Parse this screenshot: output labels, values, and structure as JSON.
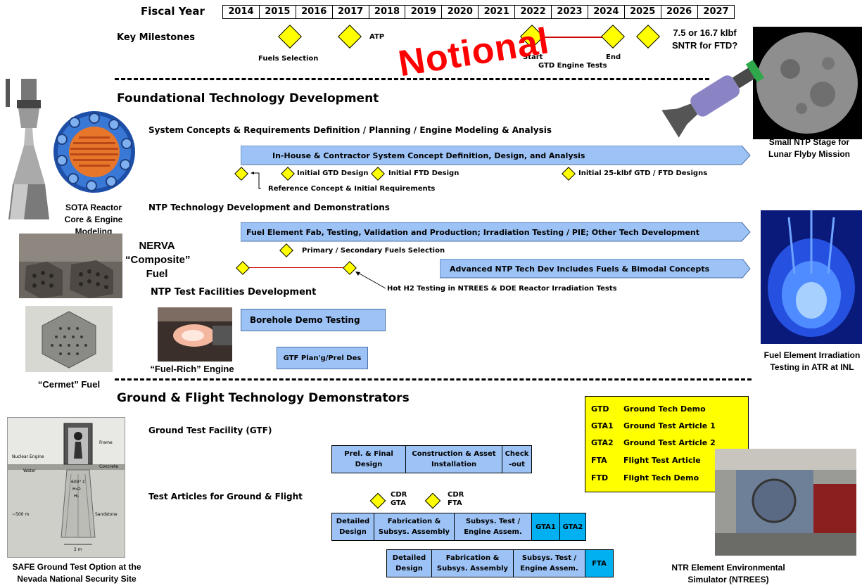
{
  "header": {
    "fiscal_year_label": "Fiscal Year",
    "years": [
      "2014",
      "2015",
      "2016",
      "2017",
      "2018",
      "2019",
      "2020",
      "2021",
      "2022",
      "2023",
      "2024",
      "2025",
      "2026",
      "2027"
    ],
    "milestones_label": "Key Milestones",
    "fuels_selection": "Fuels Selection",
    "atp": "ATP",
    "start": "Start",
    "end": "End",
    "gtd_engine_tests": "GTD Engine Tests",
    "sntr_line1": "7.5 or 16.7 klbf",
    "sntr_line2": "SNTR for FTD?",
    "notional": "Notional"
  },
  "foundational": {
    "title": "Foundational Technology Development",
    "system_concepts": "System Concepts & Requirements Definition / Planning / Engine Modeling & Analysis",
    "inhouse_bar": "In-House & Contractor System Concept Definition, Design, and Analysis",
    "initial_gtd": "Initial GTD Design",
    "initial_ftd": "Initial FTD Design",
    "initial_25k": "Initial 25-klbf GTD / FTD Designs",
    "reference_concept": "Reference Concept & Initial Requirements",
    "ntp_tech": "NTP Technology Development and Demonstrations",
    "fuel_element_bar": "Fuel Element Fab, Testing, Validation and Production;  Irradiation Testing / PIE;  Other Tech Development",
    "primary_secondary": "Primary / Secondary Fuels Selection",
    "advanced_bar": "Advanced NTP Tech Dev Includes Fuels & Bimodal Concepts",
    "hot_h2": "Hot H2 Testing in NTREES & DOE Reactor Irradiation Tests",
    "test_facilities": "NTP Test Facilities Development",
    "borehole": "Borehole Demo Testing",
    "gtf_plan": "GTF Plan'g/Prel Des"
  },
  "ground_flight": {
    "title": "Ground & Flight Technology Demonstrators",
    "gtf_label": "Ground Test Facility (GTF)",
    "gtf_cells": [
      "Prel. & Final Design",
      "Construction & Asset Installation",
      "Check -out"
    ],
    "test_articles_label": "Test Articles for Ground & Flight",
    "cdr_gta": "CDR GTA",
    "cdr_fta": "CDR FTA",
    "ground_cells": [
      "Detailed Design",
      "Fabrication & Subsys. Assembly",
      "Subsys. Test / Engine Assem.",
      "GTA1",
      "GTA2"
    ],
    "flight_cells": [
      "Detailed Design",
      "Fabrication & Subsys. Assembly",
      "Subsys. Test / Engine Assem.",
      "FTA"
    ]
  },
  "legend": [
    {
      "key": "GTD",
      "value": "Ground Tech Demo"
    },
    {
      "key": "GTA1",
      "value": "Ground Test Article 1"
    },
    {
      "key": "GTA2",
      "value": "Ground Test Article 2"
    },
    {
      "key": "FTA",
      "value": "Flight Test Article"
    },
    {
      "key": "FTD",
      "value": "Flight Tech Demo"
    }
  ],
  "captions": {
    "sota": "SOTA Reactor Core & Engine Modeling",
    "nerva": "NERVA “Composite” Fuel",
    "fuel_rich": "“Fuel-Rich” Engine",
    "cermet": "“Cermet” Fuel",
    "small_ntp": "Small NTP Stage for Lunar Flyby Mission",
    "fuel_element": "Fuel Element Irradiation Testing in ATR at INL",
    "safe": "SAFE Ground Test Option at the Nevada National Security Site",
    "ntrees": "NTR Element Environmental Simulator (NTREES)"
  },
  "safe_diagram": {
    "frame": "Frame",
    "nuclear_engine": "Nuclear Engine",
    "water": "Water",
    "concrete": "Concrete",
    "temp": "600° C",
    "h2o": "H₂O",
    "h2": "H₂",
    "depth": "~500 m",
    "sandstone": "Sandstone",
    "width": "2 m"
  },
  "colors": {
    "bar_blue": "#9dc3f6",
    "cell_cyan": "#00b0f0",
    "milestone_yellow": "#ffff00",
    "notional_red": "#ff0000"
  }
}
